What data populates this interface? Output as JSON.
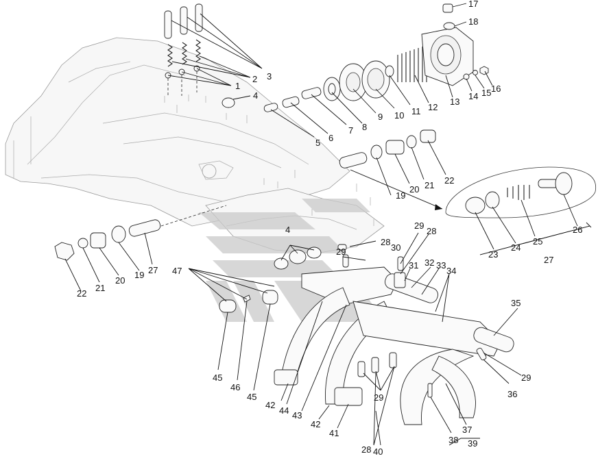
{
  "diagram": {
    "callouts": [
      "1",
      "2",
      "3",
      "4",
      "5",
      "6",
      "7",
      "8",
      "9",
      "10",
      "11",
      "12",
      "13",
      "14",
      "15",
      "16",
      "17",
      "18",
      "19",
      "20",
      "21",
      "22",
      "23",
      "24",
      "25",
      "26",
      "27",
      "28",
      "29",
      "30",
      "31",
      "32",
      "33",
      "34",
      "35",
      "36",
      "37",
      "38",
      "39",
      "40",
      "41",
      "42",
      "43",
      "44",
      "45",
      "46",
      "47"
    ],
    "left_group_labels": [
      "22",
      "21",
      "20",
      "19",
      "27"
    ],
    "left_group_numbers": [
      "47",
      "45",
      "46",
      "45"
    ],
    "right_repeats": [
      "29",
      "28",
      "29",
      "29",
      "28",
      "29",
      "42",
      "39",
      "4"
    ]
  },
  "colors": {
    "line": "#222222",
    "housing": "#999999",
    "watermark": "#c9c9c9",
    "background": "#ffffff"
  },
  "icons": {
    "watermark": "stylized-arrow-logo"
  }
}
